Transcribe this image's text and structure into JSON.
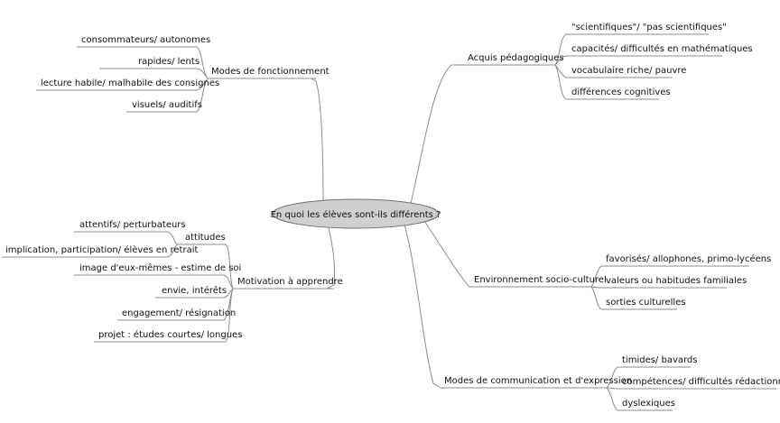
{
  "center": {
    "label": "En quoi les élèves sont-ils différents ?"
  },
  "branches": [
    {
      "id": "modes-fonctionnement",
      "label": "Modes de fonctionnement",
      "children": [
        "consommateurs/ autonomes",
        "rapides/ lents",
        "lecture habile/ malhabile des consignes",
        "visuels/ auditifs"
      ]
    },
    {
      "id": "acquis-pedagogiques",
      "label": "Acquis pédagogiques",
      "children": [
        "\"scientifiques\"/ \"pas scientifiques\"",
        "capacités/ difficultés en mathématiques",
        "vocabulaire riche/ pauvre",
        "différences cognitives"
      ]
    },
    {
      "id": "motivation",
      "label": "Motivation à apprendre",
      "sub_branch": {
        "label": "attitudes",
        "children": [
          "attentifs/ perturbateurs",
          "implication, participation/ élèves en retrait"
        ]
      },
      "children": [
        "image d'eux-mêmes - estime de soi",
        "envie,  intérêts",
        "engagement/ résignation",
        "projet : études courtes/ longues"
      ]
    },
    {
      "id": "environnement",
      "label": "Environnement socio-culturel",
      "children": [
        "favorisés/ allophones, primo-lycéens",
        "valeurs ou habitudes familiales",
        "sorties culturelles"
      ]
    },
    {
      "id": "communication",
      "label": "Modes de communication et d'expression",
      "children": [
        "timides/ bavards",
        "compétences/ difficultés rédactionnelles",
        "dyslexiques"
      ]
    }
  ],
  "colors": {
    "line": "#8c8c8c",
    "ellipse_fill": "#cfcfcf",
    "ellipse_stroke": "#6e6e6e",
    "text": "#111111"
  }
}
